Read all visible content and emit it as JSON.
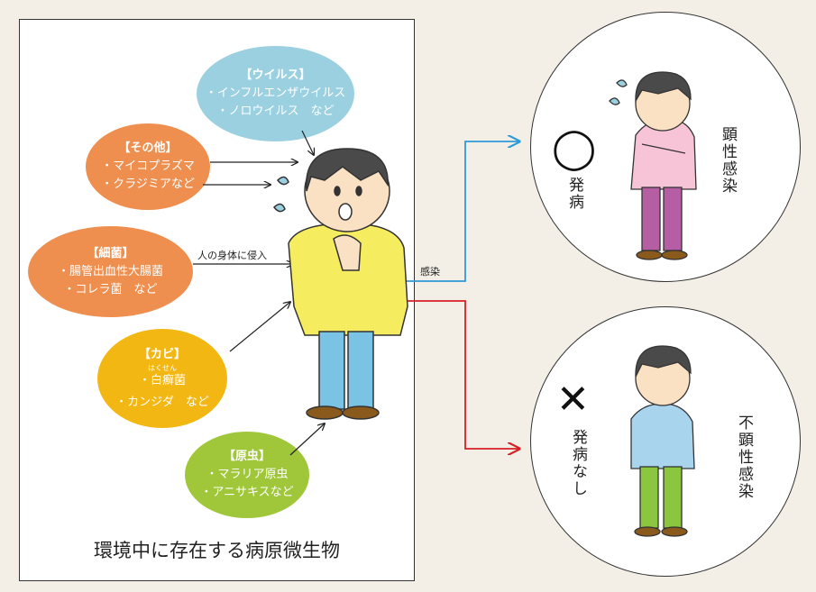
{
  "title": "環境中に存在する病原微生物",
  "infection_label": "感染",
  "body_entry_label": "人の身体に侵入",
  "groups": {
    "virus": {
      "title": "【ウイルス】",
      "items": [
        "・インフルエンザウイルス",
        "・ノロウイルス　など"
      ]
    },
    "other": {
      "title": "【その他】",
      "items": [
        "・マイコプラズマ",
        "・クラジミアなど"
      ]
    },
    "bacteria": {
      "title": "【細菌】",
      "items": [
        "・腸管出血性大腸菌",
        "・コレラ菌　など"
      ]
    },
    "fungi": {
      "title": "【カビ】",
      "ruby": "はくせん",
      "items": [
        "・白癬菌",
        "・カンジダ　など"
      ]
    },
    "protozoa": {
      "title": "【原虫】",
      "items": [
        "・マラリア原虫",
        "・アニサキスなど"
      ]
    }
  },
  "outcomes": {
    "overt": {
      "symbol": "◯",
      "status": "発病",
      "label": "顕性感染"
    },
    "inapparent": {
      "symbol": "✕",
      "status": "発病なし",
      "label": "不顕性感染"
    }
  },
  "colors": {
    "virus": "#9bd0e0",
    "other": "#ee8f4f",
    "bacteria": "#ee8f4f",
    "fungi": "#f3b713",
    "protozoa": "#a0c73a",
    "arrow_overt": "#2f9ad8",
    "arrow_inapparent": "#d62027"
  }
}
